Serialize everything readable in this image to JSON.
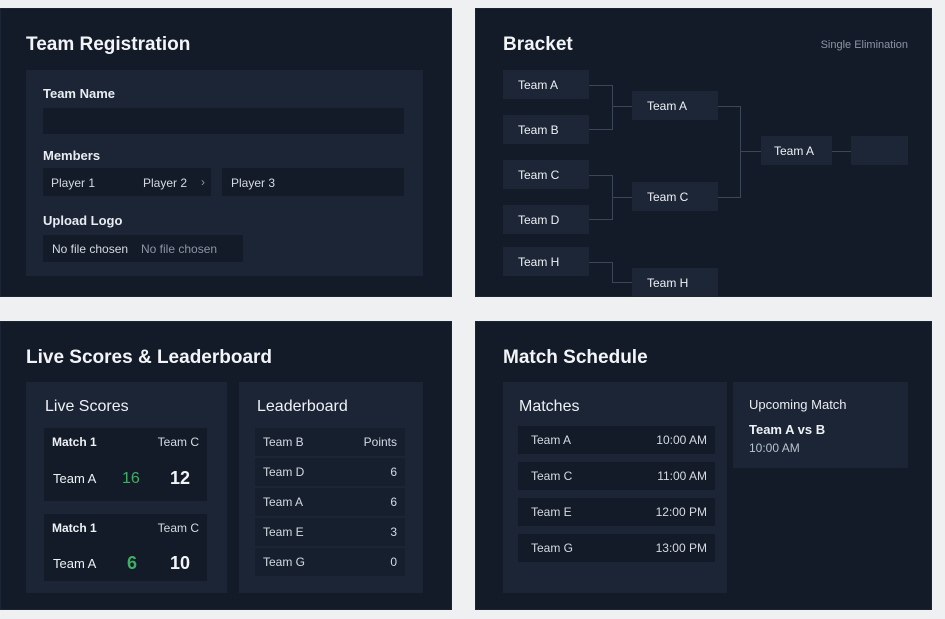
{
  "registration": {
    "title": "Team Registration",
    "team_name_label": "Team Name",
    "team_name_value": "",
    "members_label": "Members",
    "players": [
      "Player 1",
      "Player 2",
      "Player 3"
    ],
    "player2_chevron": "›",
    "upload_label": "Upload Logo",
    "file_buttons": [
      "No file chosen",
      "No file chosen"
    ]
  },
  "bracket": {
    "title": "Bracket",
    "subtitle": "Single Elimination",
    "round1": [
      "Team A",
      "Team B",
      "Team C",
      "Team D",
      "Team H"
    ],
    "round2": [
      "Team A",
      "Team C",
      "Team H"
    ],
    "final": "Team A",
    "champion": ""
  },
  "scores": {
    "title": "Live Scores & Leaderboard",
    "live_title": "Live Scores",
    "matches": [
      {
        "match": "Match 1",
        "opponent": "Team C",
        "team": "Team A",
        "score_a": "16",
        "score_b": "12"
      },
      {
        "match": "Match 1",
        "opponent": "Team C",
        "team": "Team A",
        "score_a": "6",
        "score_b": "10"
      }
    ],
    "leaderboard_title": "Leaderboard",
    "leaderboard_header": {
      "team": "Team B",
      "points": "Points"
    },
    "leaderboard": [
      {
        "team": "Team D",
        "points": "6"
      },
      {
        "team": "Team A",
        "points": "6"
      },
      {
        "team": "Team E",
        "points": "3"
      },
      {
        "team": "Team G",
        "points": "0"
      }
    ],
    "win_color": "#3fae63"
  },
  "schedule": {
    "title": "Match Schedule",
    "matches_title": "Matches",
    "matches": [
      {
        "team": "Team A",
        "time": "10:00 AM"
      },
      {
        "team": "Team C",
        "time": "11:00 AM"
      },
      {
        "team": "Team E",
        "time": "12:00 PM"
      },
      {
        "team": "Team G",
        "time": "13:00 PM"
      }
    ],
    "upcoming_label": "Upcoming Match",
    "upcoming_teams": "Team A vs B",
    "upcoming_time": "10:00 AM"
  }
}
